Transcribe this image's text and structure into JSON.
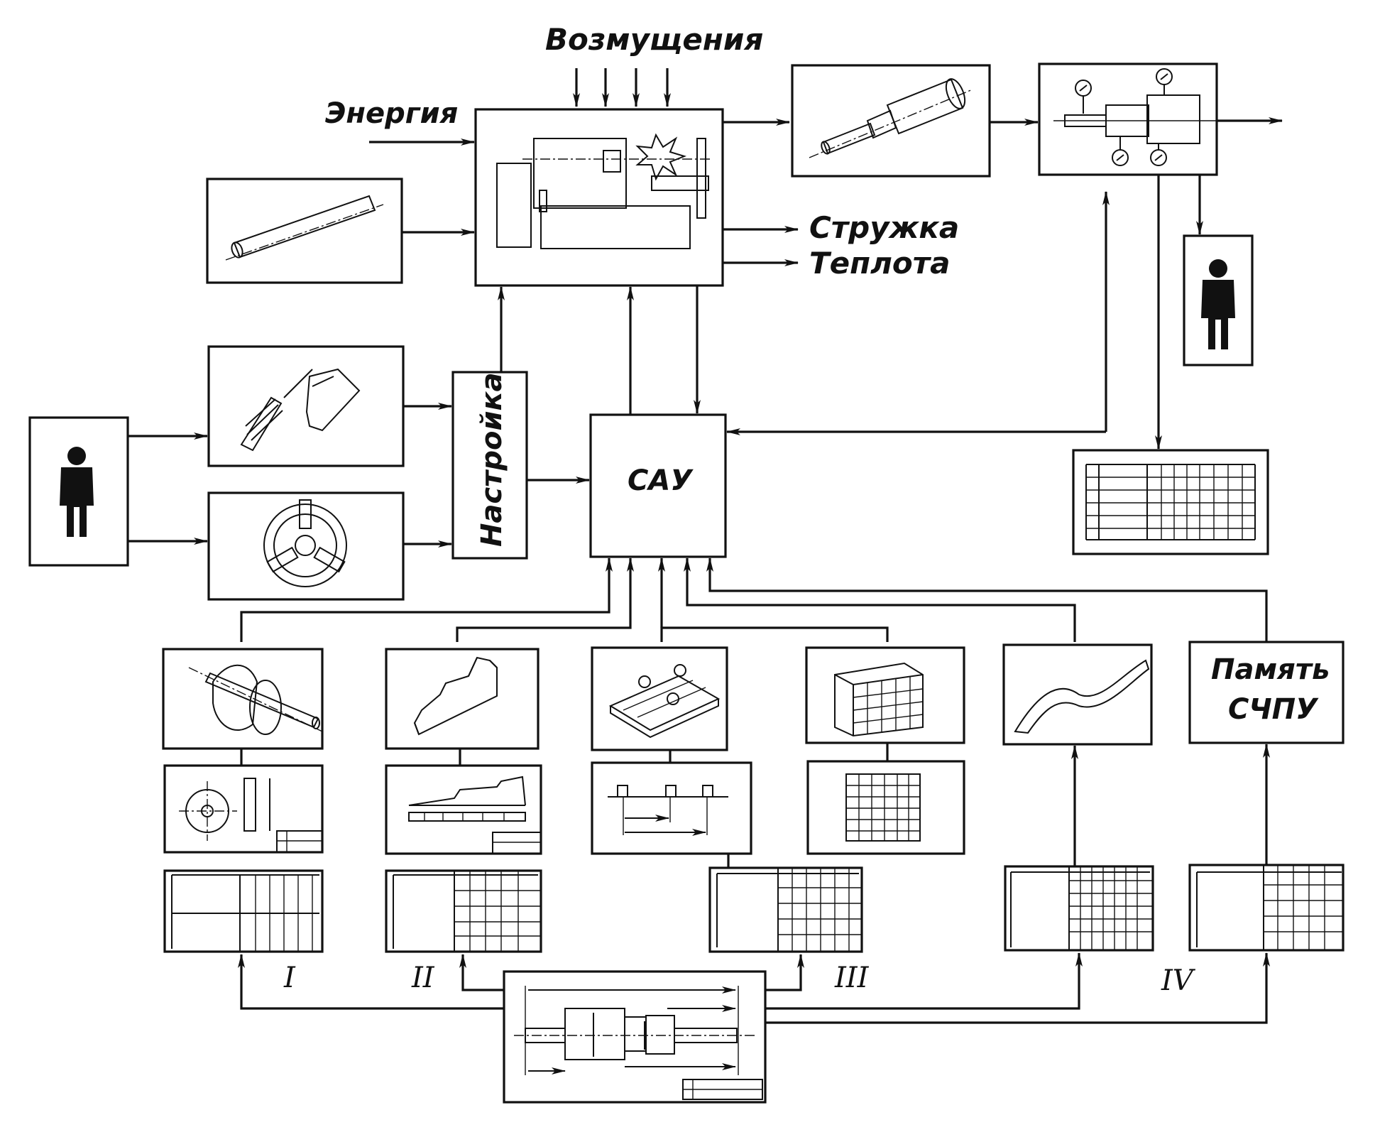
{
  "labels": {
    "disturbances": "Возмущения",
    "energy": "Энергия",
    "chips": "Стружка",
    "heat": "Теплота",
    "setup": "Настройка",
    "acs": "САУ",
    "memory_line1": "Память",
    "memory_line2": "СЧПУ"
  },
  "roman": {
    "r1": "I",
    "r2": "II",
    "r3": "III",
    "r4": "IV"
  }
}
